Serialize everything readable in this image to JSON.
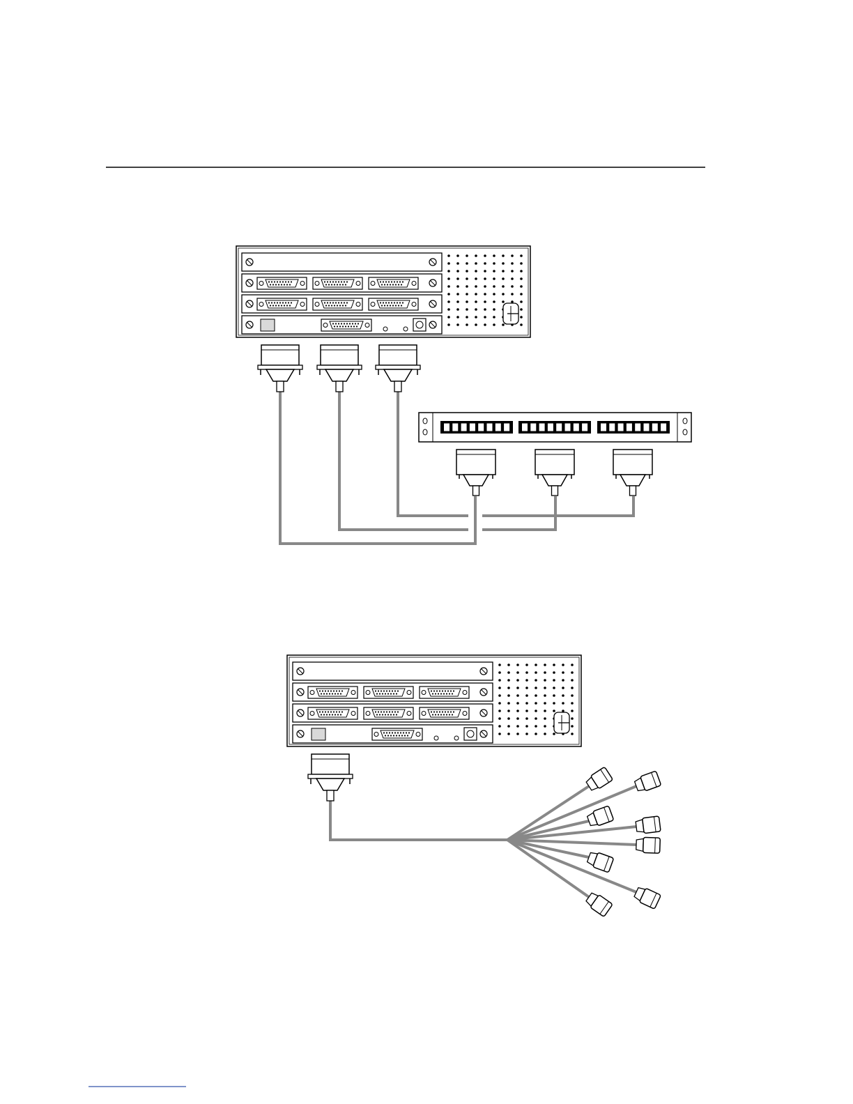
{
  "colors": {
    "ink": "#000000",
    "cable": "#888888",
    "panel": "#ffffff",
    "led": "#d9d9d9",
    "background": "#ffffff"
  },
  "figures": [
    {
      "description_visible_text": "",
      "chassis_card_slots": 4,
      "connectors_per_port_card": 3,
      "cables_from_chassis": 3,
      "patch_panel_port_groups": 3,
      "patch_panel_ports_per_group": 8,
      "patch_panel_rear_connectors": 3
    },
    {
      "description_visible_text": "",
      "chassis_card_slots": 4,
      "connectors_per_port_card": 3,
      "cables_from_chassis": 1,
      "fanout_plugs": 8
    }
  ],
  "icons": [
    "server-chassis-icon",
    "db-connector-icon",
    "patch-panel-icon",
    "rj-plug-icon",
    "power-switch-icon"
  ]
}
